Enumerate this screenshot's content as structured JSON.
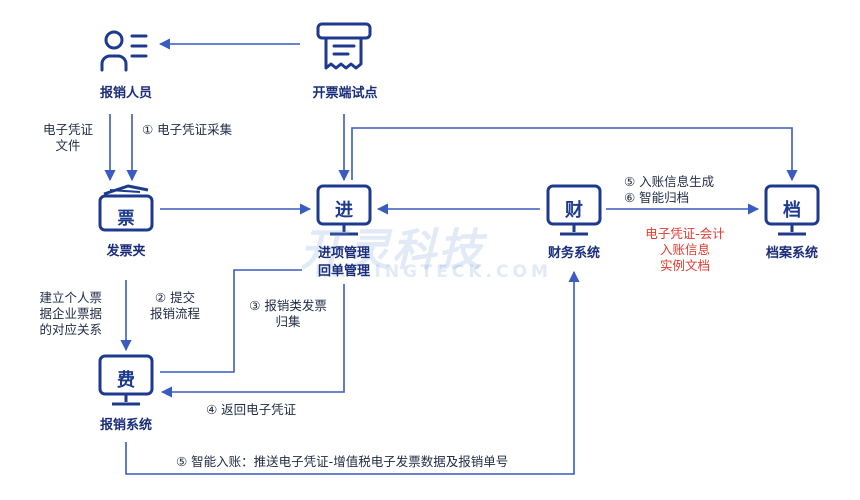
{
  "nodes": {
    "reimburser": {
      "label": "报销人员"
    },
    "invoice_point": {
      "label": "开票端试点"
    },
    "invoice_folder": {
      "label": "发票夹",
      "glyph": "票"
    },
    "incoming": {
      "label_line1": "进项管理",
      "label_line2": "回单管理",
      "glyph": "进"
    },
    "finance": {
      "label": "财务系统",
      "glyph": "财"
    },
    "archive": {
      "label": "档案系统",
      "glyph": "档"
    },
    "expense": {
      "label": "报销系统",
      "glyph": "费"
    }
  },
  "edge_labels": {
    "e_voucher_file": [
      "电子凭证",
      "文件"
    ],
    "collect": "① 电子凭证采集",
    "submit": [
      "② 提交",
      "报销流程"
    ],
    "build_relation": [
      "建立个人票",
      "据企业票据",
      "的对应关系"
    ],
    "collect_reimb": [
      "③ 报销类发票",
      "归集"
    ],
    "return_voucher": "④ 返回电子凭证",
    "booking_info": "⑤ 入账信息生成",
    "smart_archive": "⑥ 智能归档",
    "archive_doc": [
      "电子凭证-会计",
      "入账信息",
      "实例文档"
    ],
    "smart_booking": "⑤ 智能入账：推送电子凭证-增值税电子发票数据及报销单号"
  },
  "watermark": {
    "name": "开灵科技",
    "latin": "KAILINGTECK.COM"
  },
  "colors": {
    "primary": "#1d3a8f",
    "highlight": "#e23a2e",
    "line": "#3a5cc0"
  }
}
